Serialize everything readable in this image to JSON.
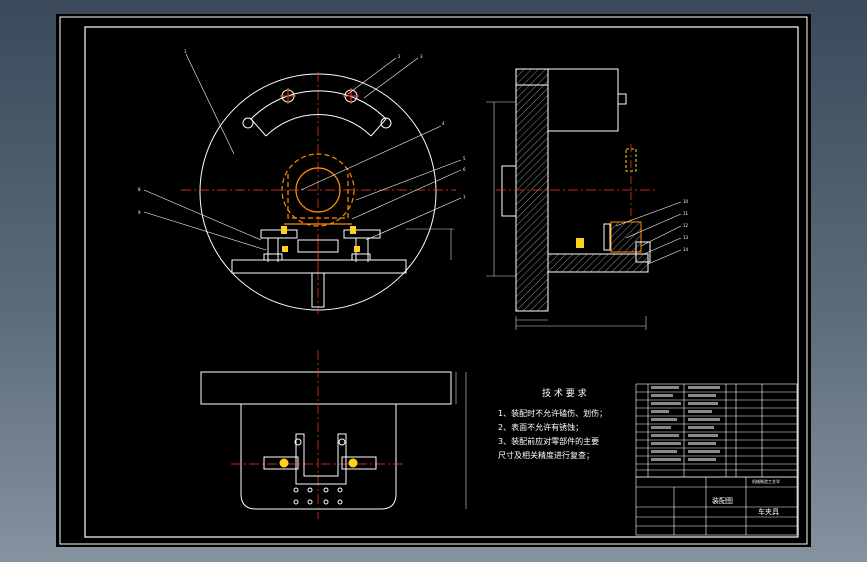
{
  "colors": {
    "background": "#000000",
    "outline": "#ffffff",
    "centerline": "#ff3b1f",
    "workpiece": "#ff8c00",
    "accent": "#ffd21a",
    "dimension": "#d9d9d9",
    "hatch": "#b0b0b0"
  },
  "requirements": {
    "title": "技 术 要 求",
    "items": [
      "1、装配时不允许磕伤、划伤；",
      "2、表面不允许有锈蚀；",
      "3、装配前应对零部件的主要",
      "尺寸及相关精度进行复查；"
    ]
  },
  "title_block": {
    "drawing_title": "装配图",
    "part_name": "车夹具",
    "school": "机械制造工艺学"
  },
  "leaders": {
    "main_view": [
      "1",
      "2",
      "3",
      "4",
      "5",
      "6",
      "7",
      "8",
      "9"
    ],
    "side_view": [
      "10",
      "11",
      "12",
      "13",
      "14"
    ]
  }
}
